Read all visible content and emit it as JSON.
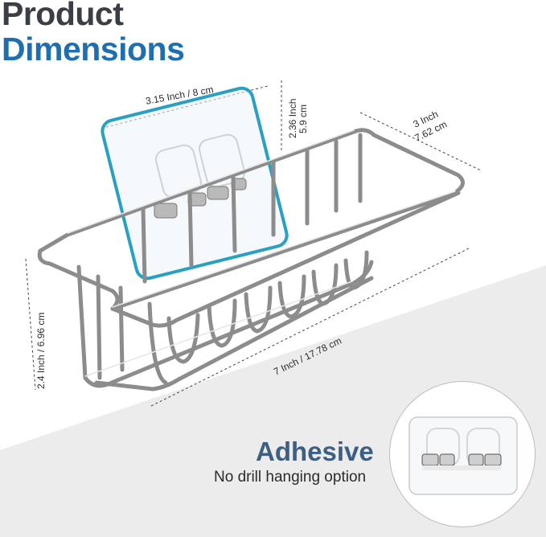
{
  "title": {
    "line1": "Product",
    "line2": "Dimensions"
  },
  "dimensions": {
    "top_width": "3.15 Inch / 8 cm",
    "pad_height_line1": "2.36 Inch",
    "pad_height_line2": "5.9 cm",
    "depth_line1": "3 Inch",
    "depth_line2": "7.62 cm",
    "height": "2.4 Inch / 6.96 cm",
    "length": "7 Inch / 17.78 cm"
  },
  "feature": {
    "title": "Adhesive",
    "subtitle": "No drill hanging option"
  },
  "colors": {
    "title_dark": "#3b3f45",
    "title_blue": "#1f6fb0",
    "adhesive_blue": "#3c5f82",
    "pad_outline": "#2a9fc4"
  }
}
